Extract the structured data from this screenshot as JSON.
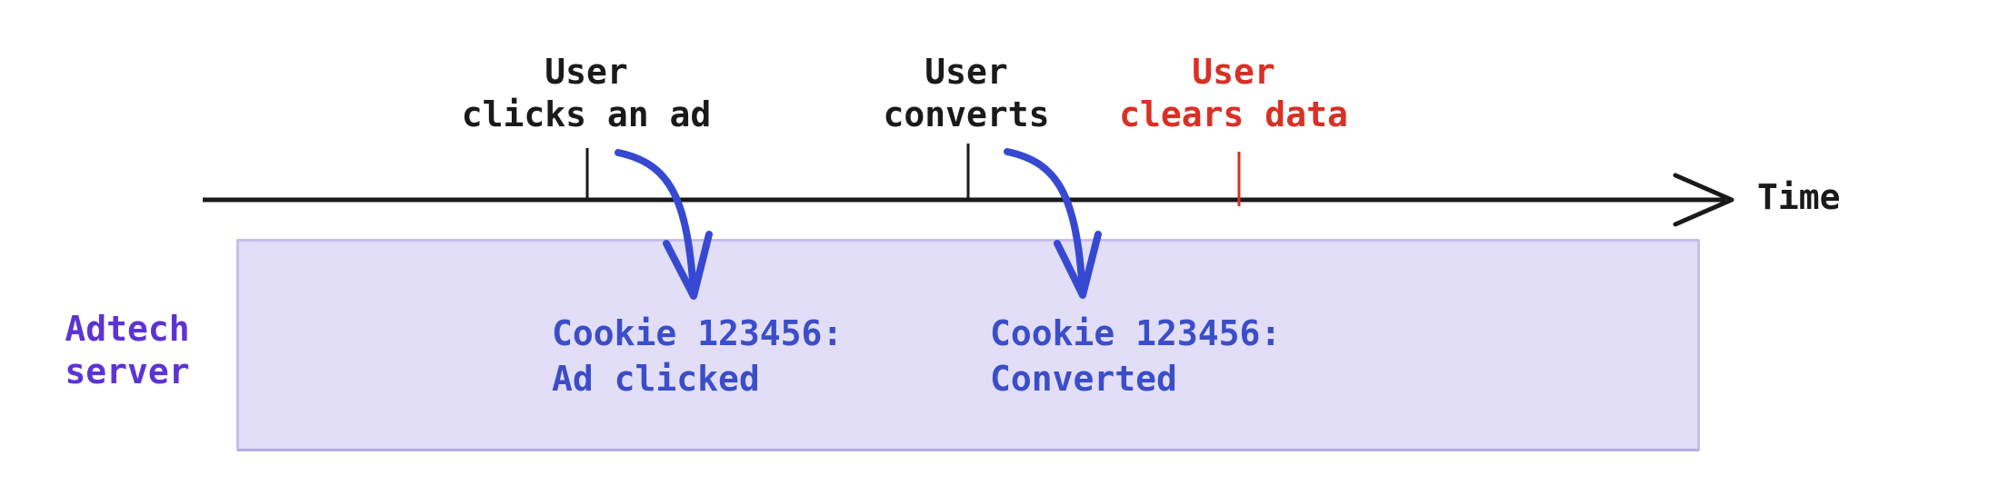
{
  "colors": {
    "black": "#1a1a1a",
    "red": "#d93025",
    "cookie_blue": "#3b4ec9",
    "arrow_blue": "#3649d2",
    "purple": "#5c33d4",
    "box_fill": "#e3def8",
    "box_border": "#c8bcf0"
  },
  "timeline": {
    "axis_label": "Time",
    "events": [
      {
        "line1": "User",
        "line2": "clicks an ad"
      },
      {
        "line1": "User",
        "line2": "converts"
      },
      {
        "line1": "User",
        "line2": "clears data"
      }
    ]
  },
  "server_box": {
    "label_line1": "Adtech",
    "label_line2": "server",
    "records": [
      {
        "line1": "Cookie 123456:",
        "line2": "Ad clicked"
      },
      {
        "line1": "Cookie 123456:",
        "line2": "Converted"
      }
    ]
  }
}
